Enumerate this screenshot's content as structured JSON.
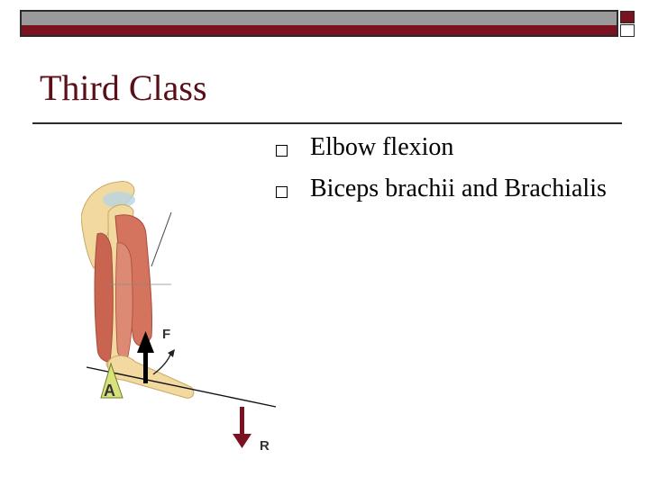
{
  "slide": {
    "title": "Third Class",
    "bullets": [
      "Elbow flexion",
      "Biceps brachii and Brachialis"
    ]
  },
  "figure": {
    "labels": {
      "force": "F",
      "axis": "A",
      "resistance": "R"
    }
  },
  "colors": {
    "title": "#5a0f18",
    "bar_red": "#7a1220",
    "bar_grey": "#9a9a9a",
    "bone": "#f1d9a0",
    "muscle": "#d4735e",
    "fulcrum": "#d9e27a"
  }
}
